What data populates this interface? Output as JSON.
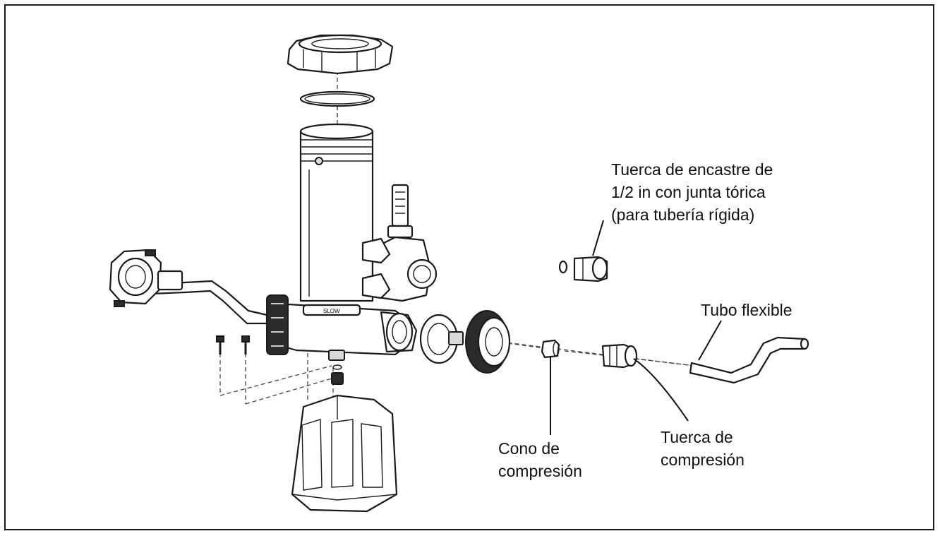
{
  "labels": {
    "nut_line1": "Tuerca de encastre de",
    "nut_line2": "1/2 in con junta tórica",
    "nut_line3": "(para tubería rígida)",
    "tube": "Tubo flexible",
    "cone_line1": "Cono de",
    "cone_line2": "compresión",
    "comp_nut_line1": "Tuerca de",
    "comp_nut_line2": "compresión"
  },
  "logo_text": "SLOW"
}
